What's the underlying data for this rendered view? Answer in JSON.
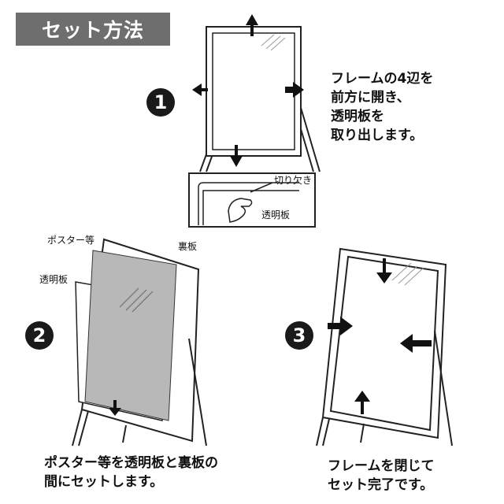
{
  "title": "セット方法",
  "steps": [
    {
      "number": "1",
      "instruction": "フレームの4辺を\n前方に開き、\n透明板を\n取り出します。",
      "callouts": {
        "notch": "切り欠き",
        "clear_panel": "透明板"
      }
    },
    {
      "number": "2",
      "instruction": "ポスター等を透明板と裏板の\n間にセットします。",
      "callouts": {
        "poster": "ポスター等",
        "back_board": "裏板",
        "clear_panel": "透明板"
      }
    },
    {
      "number": "3",
      "instruction": "フレームを閉じて\nセット完了です。"
    }
  ]
}
